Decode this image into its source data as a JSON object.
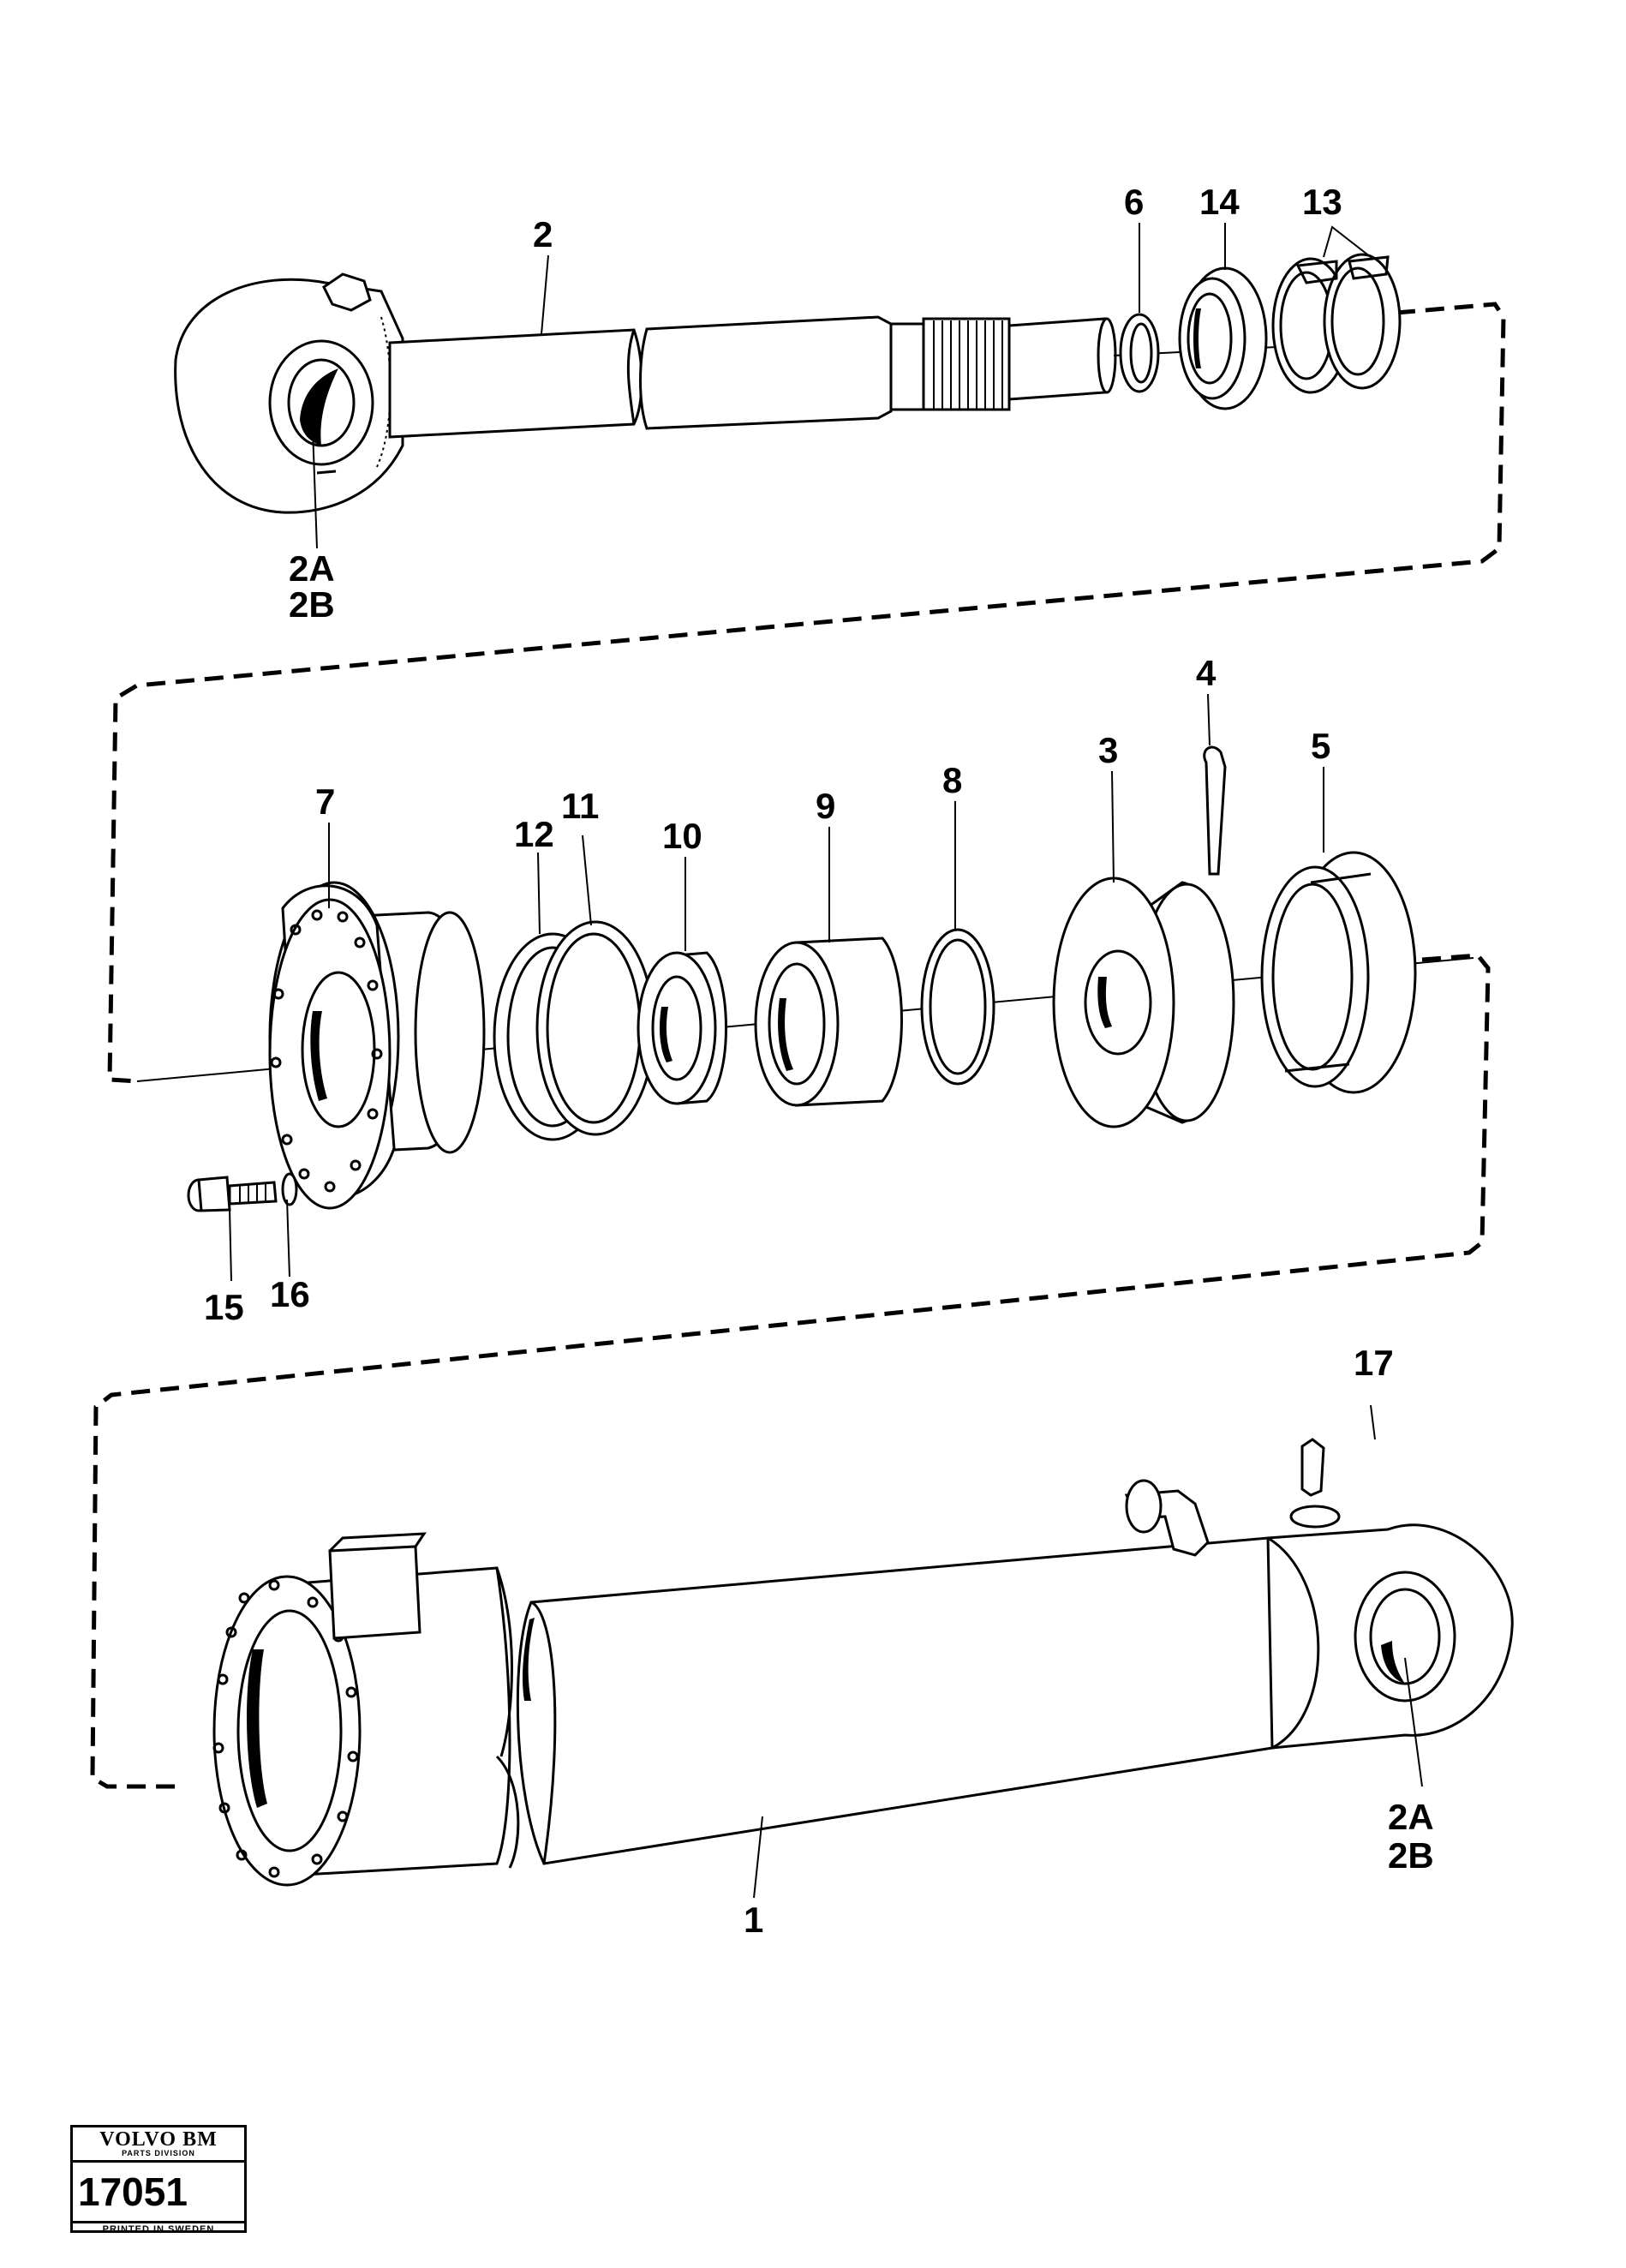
{
  "callouts": {
    "c1": "1",
    "c2": "2",
    "c2a_top": "2A",
    "c2b_top": "2B",
    "c3": "3",
    "c4": "4",
    "c5": "5",
    "c6": "6",
    "c7": "7",
    "c8": "8",
    "c9": "9",
    "c10": "10",
    "c11": "11",
    "c12": "12",
    "c13": "13",
    "c14": "14",
    "c15": "15",
    "c16": "16",
    "c17": "17",
    "c2a_bottom": "2A",
    "c2b_bottom": "2B"
  },
  "stamp": {
    "brand": "VOLVO BM",
    "division": "PARTS DIVISION",
    "number": "17051",
    "printed": "PRINTED IN SWEDEN"
  }
}
